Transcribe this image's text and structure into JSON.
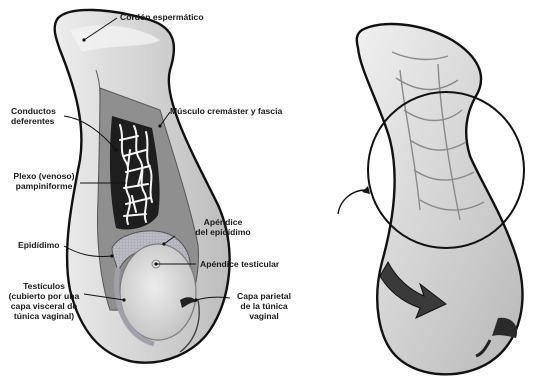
{
  "labels": {
    "spermatic_cord": "Cordón espermático",
    "vas_deferens": [
      "Conductos",
      "deferentes"
    ],
    "cremaster": "Músculo cremáster y fascia",
    "pampiniform": [
      "Plexo (venoso)",
      "pampiniforme"
    ],
    "epididymis_appendix": [
      "Apéndice",
      "del epidídimo"
    ],
    "epididymis": "Epidídimo",
    "testicular_appendix": "Apéndice testicular",
    "testis": [
      "Testículos",
      "(cubierto por una",
      "capa visceral de",
      "túnica vaginal)"
    ],
    "parietal_layer": [
      "Capa parietal",
      "de la túnica",
      "vaginal"
    ]
  },
  "colors": {
    "outline": "#111111",
    "skin": "#d9d9d9",
    "fascia": "#8c8c8c",
    "plexus_bg": "#1e1e1e",
    "testis": "#dcdcdc",
    "epididymis": "#b4b4ba"
  },
  "icons": [
    "twist-arrow-icon",
    "curved-arrow-icon"
  ]
}
